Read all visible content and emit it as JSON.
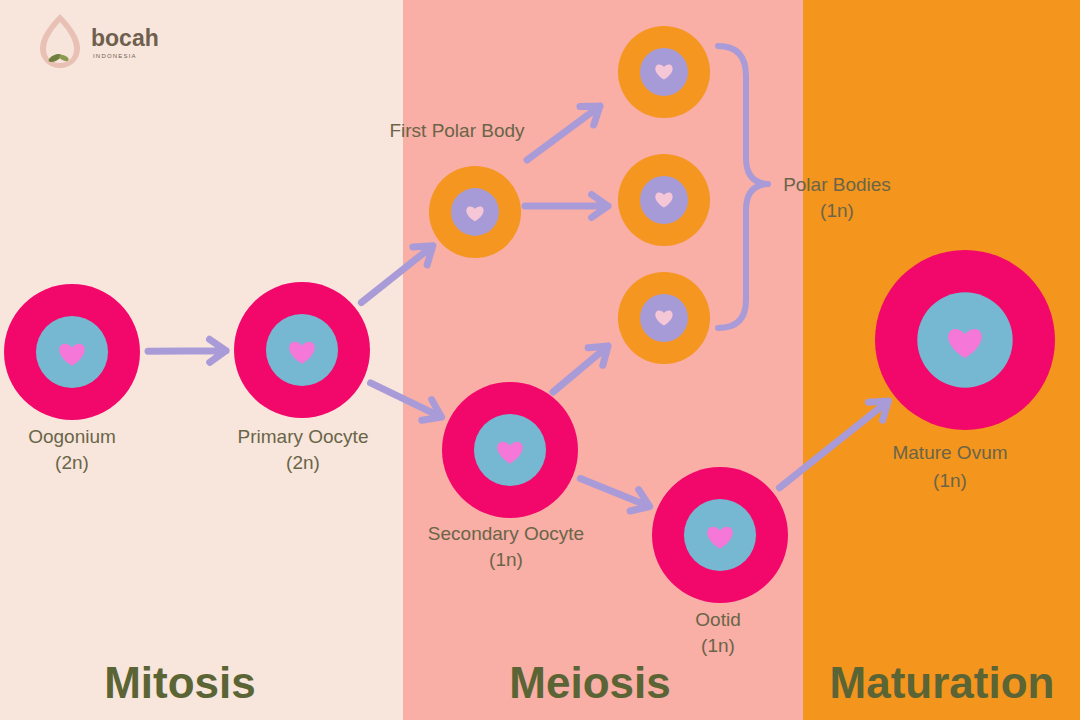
{
  "diagram": {
    "nodes": [
      {
        "text": [
          "Mitosis"
        ]
      },
      {
        "text": [
          "Meiosis"
        ]
      },
      {
        "text": [
          "Maturation"
        ]
      },
      {
        "text": [
          "Oogonium (2n)"
        ],
        "in": 0
      },
      {
        "text": [
          "Primary Oocyte (2n)"
        ],
        "in": 0
      },
      {
        "text": [
          "First Polar Body"
        ],
        "in": 1
      },
      {
        "text": [
          "Secondary Oocyte (1n)"
        ],
        "in": 1
      },
      {
        "text": [
          "Ootid (1n)"
        ],
        "in": 1
      },
      {
        "text": [
          "Mature Ovum (1n)"
        ],
        "in": 2
      }
    ],
    "edges": [
      {
        "from": 3,
        "to": 4,
        "arrow": "to"
      },
      {
        "from": 4,
        "to": 5,
        "arrow": "to"
      },
      {
        "from": 4,
        "to": 6,
        "arrow": "to"
      },
      {
        "from": 6,
        "to": 7,
        "arrow": "to"
      },
      {
        "from": 7,
        "to": 8,
        "arrow": "to"
      }
    ],
    "labels": [
      "bocah",
      "INDONESIA",
      "Polar Bodies (1n)"
    ]
  }
}
